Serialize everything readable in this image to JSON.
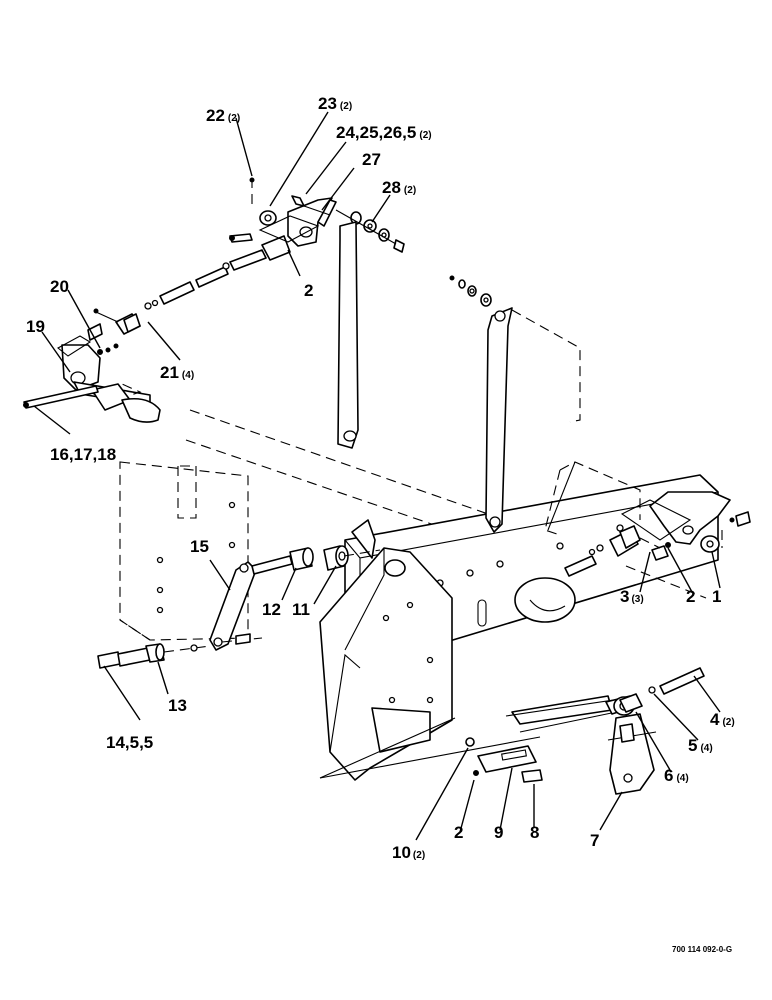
{
  "callouts": {
    "c1": {
      "num": "1",
      "qty": ""
    },
    "c2a": {
      "num": "2",
      "qty": ""
    },
    "c2b": {
      "num": "2",
      "qty": ""
    },
    "c2c": {
      "num": "2",
      "qty": ""
    },
    "c3": {
      "num": "3",
      "qty": "(3)"
    },
    "c4": {
      "num": "4",
      "qty": "(2)"
    },
    "c5": {
      "num": "5",
      "qty": "(4)"
    },
    "c6": {
      "num": "6",
      "qty": "(4)"
    },
    "c7": {
      "num": "7",
      "qty": ""
    },
    "c8": {
      "num": "8",
      "qty": ""
    },
    "c9": {
      "num": "9",
      "qty": ""
    },
    "c10": {
      "num": "10",
      "qty": "(2)"
    },
    "c11": {
      "num": "11",
      "qty": ""
    },
    "c12": {
      "num": "12",
      "qty": ""
    },
    "c13": {
      "num": "13",
      "qty": ""
    },
    "c14": {
      "num": "14,5,5",
      "qty": ""
    },
    "c15": {
      "num": "15",
      "qty": ""
    },
    "c16": {
      "num": "16,17,18",
      "qty": ""
    },
    "c19": {
      "num": "19",
      "qty": ""
    },
    "c20": {
      "num": "20",
      "qty": ""
    },
    "c21": {
      "num": "21",
      "qty": "(4)"
    },
    "c22": {
      "num": "22",
      "qty": "(2)"
    },
    "c23": {
      "num": "23",
      "qty": "(2)"
    },
    "c24": {
      "num": "24,25,26,5",
      "qty": "(2)"
    },
    "c27": {
      "num": "27",
      "qty": ""
    },
    "c28": {
      "num": "28",
      "qty": "(2)"
    }
  },
  "drawing_ref": "700 114 092-0-G"
}
